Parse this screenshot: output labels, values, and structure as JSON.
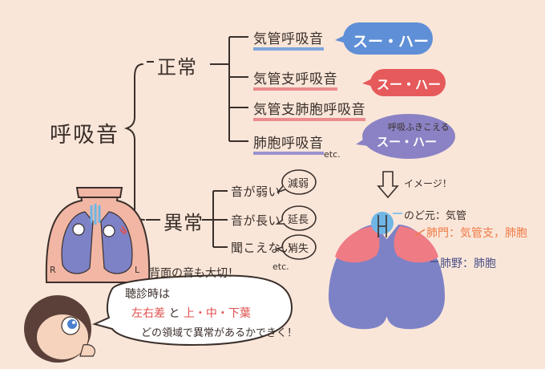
{
  "tree": {
    "root": "呼吸音",
    "normal": {
      "label": "正常",
      "items": [
        "気管呼吸音",
        "気管支呼吸音",
        "気管支肺胞呼吸音",
        "肺胞呼吸音"
      ],
      "etc": "etc."
    },
    "abnormal": {
      "label": "異常",
      "items": [
        "音が弱い",
        "音が長い",
        "聞こえない"
      ],
      "results": [
        "減弱",
        "延長",
        "消失"
      ],
      "etc": "etc."
    }
  },
  "bubbles": {
    "b1": "スー・ハー",
    "b2": "スー・ハー",
    "b3_small": "呼吸ふきこえる",
    "b3": "スー・ハー"
  },
  "image_label": "イメージ！",
  "lung_labels": {
    "throat": "のど元：気管",
    "hilum": "肺門：気管支，肺胞",
    "field": "肺野：肺胞"
  },
  "back_note": "背面の音も大切！",
  "chest_labels": {
    "right": "R",
    "left": "L"
  },
  "speech": {
    "line1": "聴診時は",
    "line2_a": "左右差",
    "line2_b": "と",
    "line2_c": "上・中・下葉",
    "line3": "どの領域で異常があるかできく！"
  },
  "colors": {
    "background": "#f9e6d9",
    "bubble_blue": "#5f8fd6",
    "bubble_red": "#e65a5c",
    "bubble_purple": "#8a82c4",
    "lung_blue": "#7d82c6",
    "lung_pink": "#ef7b84",
    "trachea": "#6fb6e6"
  }
}
